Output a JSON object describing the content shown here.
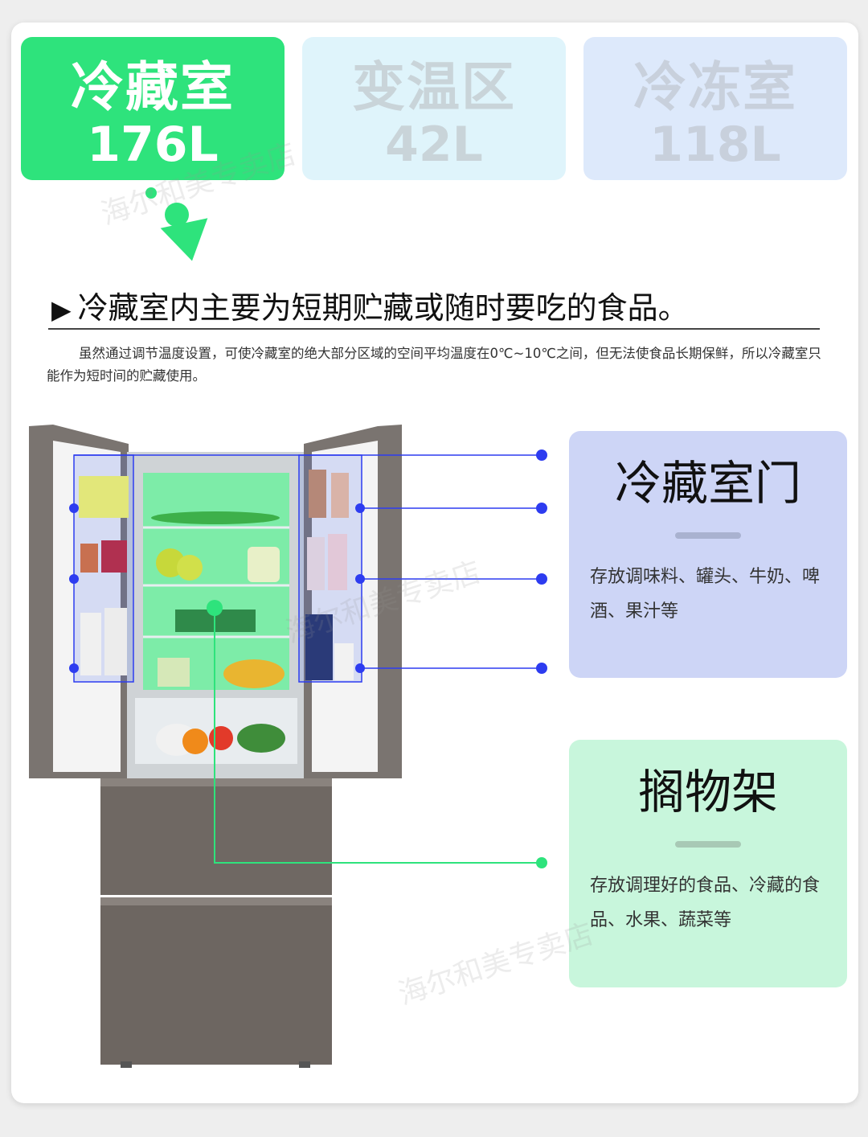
{
  "tabs": [
    {
      "name": "冷藏室",
      "volume": "176L",
      "active": true
    },
    {
      "name": "变温区",
      "volume": "42L",
      "active": false
    },
    {
      "name": "冷冻室",
      "volume": "118L",
      "active": false
    }
  ],
  "headline": "冷藏室内主要为短期贮藏或随时要吃的食品。",
  "paragraph": "虽然通过调节温度设置，可使冷藏室的绝大部分区域的空间平均温度在0℃~10℃之间，但无法使食品长期保鲜，所以冷藏室只能作为短时间的贮藏使用。",
  "info_door": {
    "title": "冷藏室门",
    "desc": "存放调味料、罐头、牛奶、啤酒、果汁等"
  },
  "info_shelf": {
    "title": "搁物架",
    "desc": "存放调理好的食品、冷藏的食品、水果、蔬菜等"
  },
  "watermark": "海尔和美专卖店",
  "colors": {
    "accent_green": "#2ee37c",
    "door_blue": "#2d3cf0",
    "door_panel": "#cdd5f6",
    "shelf_panel": "#c8f6dc"
  }
}
